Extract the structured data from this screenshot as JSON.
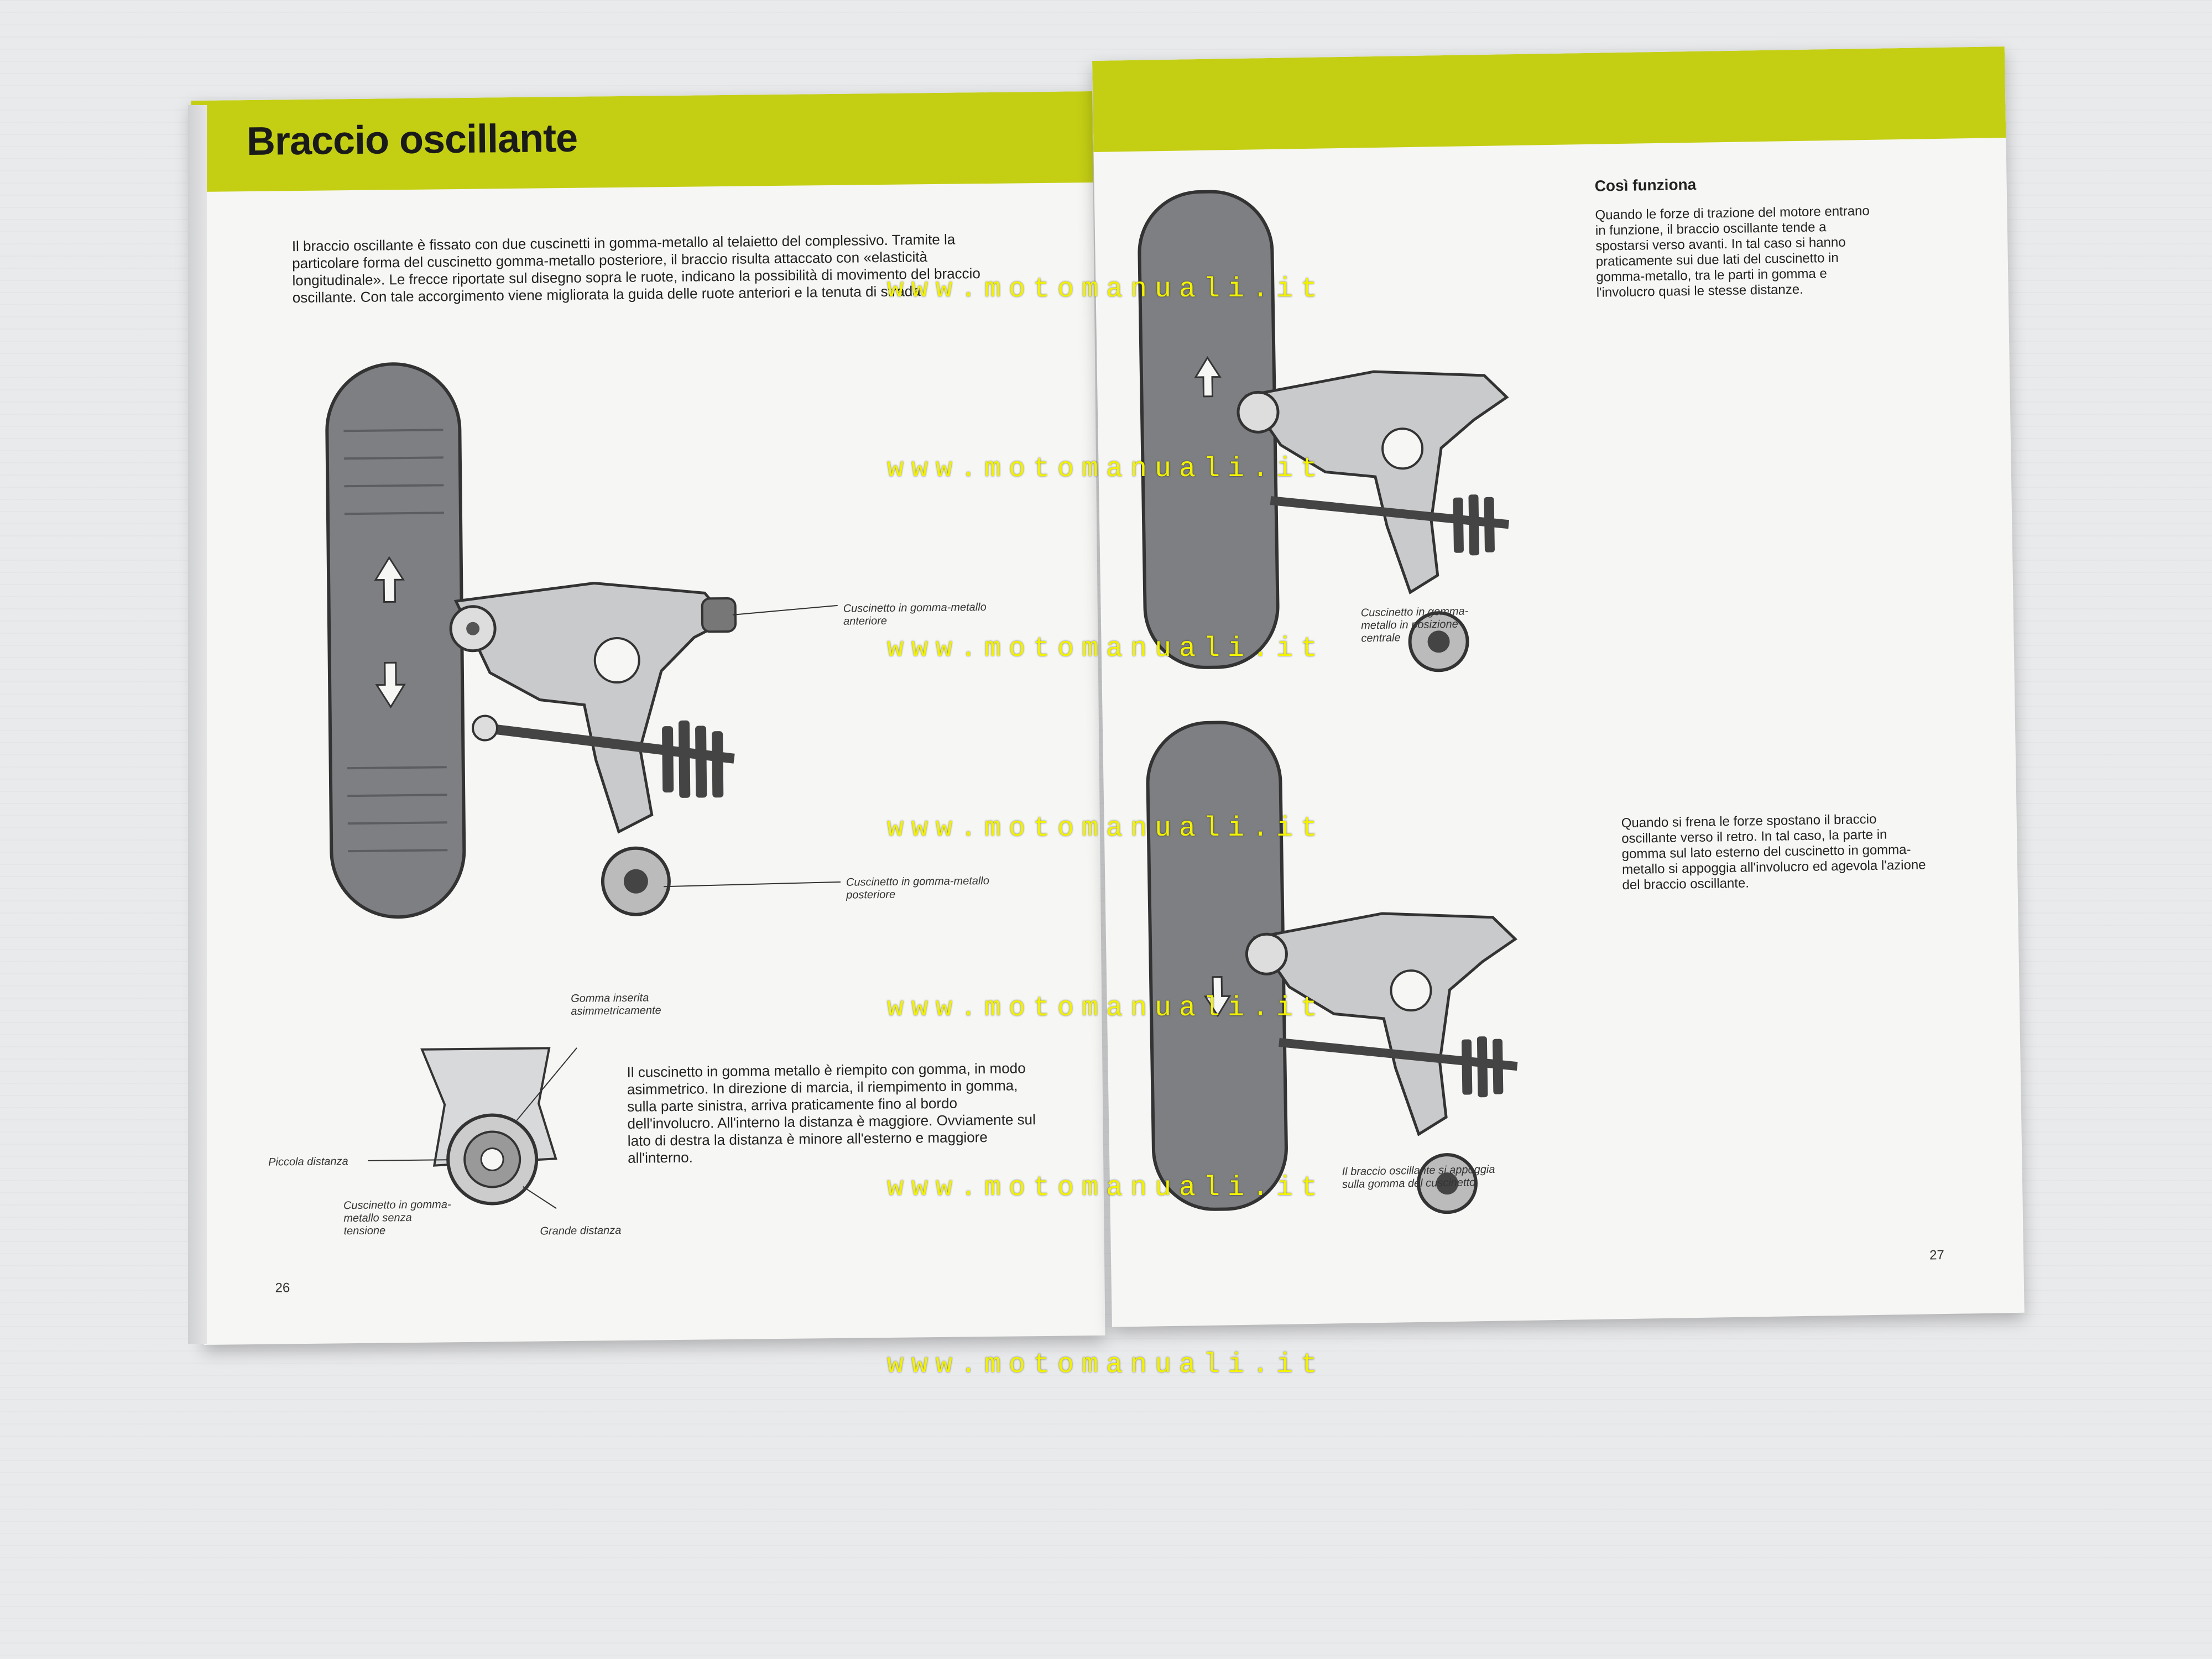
{
  "left_page": {
    "title": "Braccio oscillante",
    "intro": "Il braccio oscillante è fissato con due cuscinetti in gomma-metallo al telaietto del complessivo. Tramite la particolare forma del cuscinetto gomma-metallo posteriore, il braccio risulta attaccato con «elasticità longitudinale». Le frecce riportate sul disegno sopra le ruote, indicano la possibilità di movimento del braccio oscillante. Con tale accorgimento viene migliorata la guida delle ruote anteriori e la tenuta di strada.",
    "label_front_bushing": "Cuscinetto in gomma-metallo anteriore",
    "label_rear_bushing": "Cuscinetto in gomma-metallo posteriore",
    "label_rubber_asym": "Gomma inserita asimmetricamente",
    "label_small_gap": "Piccola distanza",
    "label_bushing_untensioned": "Cuscinetto in gomma-metallo senza tensione",
    "label_large_gap": "Grande distanza",
    "bushing_text": "Il cuscinetto in gomma metallo è riempito con gomma, in modo asimmetrico. In direzione di marcia, il riempimento in gomma, sulla parte sinistra, arriva praticamente fino al bordo dell'involucro. All'interno la distanza è maggiore. Ovviamente sul lato di destra la distanza è minore all'esterno e maggiore all'interno.",
    "page_number": "26"
  },
  "right_page": {
    "heading": "Così funziona",
    "text_traction": "Quando le forze di trazione del motore entrano in funzione, il braccio oscillante tende a spostarsi verso avanti. In tal caso si hanno praticamente sui due lati del cuscinetto in gomma-metallo, tra le parti in gomma e l'involucro quasi le stesse distanze.",
    "label_central": "Cuscinetto in gomma-metallo in posizione centrale",
    "text_braking": "Quando si frena le forze spostano il braccio oscillante verso il retro. In tal caso, la parte in gomma sul lato esterno del cuscinetto in gomma-metallo si appoggia all'involucro ed agevola l'azione del braccio oscillante.",
    "label_resting": "Il braccio oscillante si appoggia sulla gomma del cuscinetto",
    "page_number": "27"
  },
  "watermark": "www.motomanuali.it",
  "colors": {
    "band": "#c4cf14",
    "watermark": "#f2f200",
    "paper": "#f6f6f4"
  }
}
